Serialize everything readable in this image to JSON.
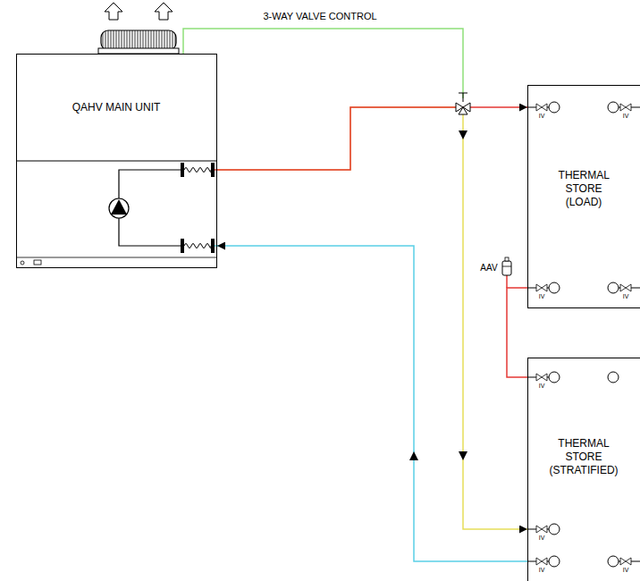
{
  "diagram": {
    "nodes": [
      {
        "text": [
          "QAHV MAIN UNIT"
        ]
      },
      {
        "text": [
          "THERMAL STORE (LOAD)"
        ]
      },
      {
        "text": [
          "THERMAL STORE (STRATIFIED)"
        ]
      }
    ],
    "edges": [
      {
        "from": 0,
        "to": 1,
        "arrow": "to"
      },
      {
        "from": 0,
        "to": 2,
        "arrow": "to"
      },
      {
        "from": 1,
        "to": 2,
        "arrow": "none"
      },
      {
        "from": 2,
        "to": 0,
        "arrow": "to"
      }
    ],
    "labels": [
      "3-WAY VALVE CONTROL",
      "IV",
      "IV",
      "AAV",
      "IV",
      "IV",
      "IV",
      "IV",
      "IV",
      "IV"
    ]
  }
}
